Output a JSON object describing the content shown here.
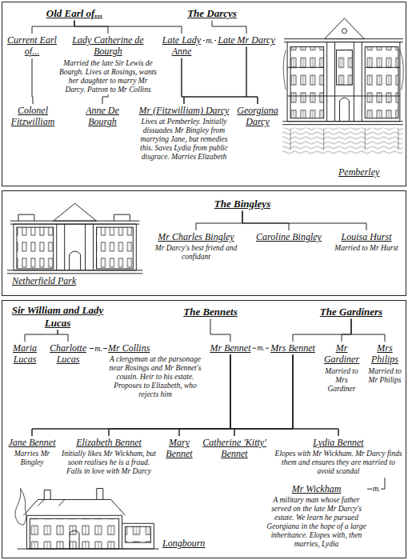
{
  "diagram": {
    "nodes": [
      {
        "text": [
          "Pemberley"
        ]
      },
      {
        "text": [
          "Old Earl of..."
        ],
        "in": 0
      },
      {
        "text": [
          "The Darcys"
        ],
        "in": 0
      },
      {
        "text": [
          "Current Earl of..."
        ],
        "in": 0
      },
      {
        "text": [
          "Lady Catherine de Bourgh",
          "Married the late Sir Lewis de Bourgh. Lives at Rosings, wants her daughter to marry Mr Darcy. Patron to Mr Collins"
        ],
        "in": 0
      },
      {
        "text": [
          "Late Lady Anne"
        ],
        "in": 0
      },
      {
        "text": [
          "Late Mr Darcy"
        ],
        "in": 0
      },
      {
        "text": [
          "Colonel Fitzwilliam"
        ],
        "in": 0
      },
      {
        "text": [
          "Anne De Bourgh"
        ],
        "in": 0
      },
      {
        "text": [
          "Mr (Fitzwilliam) Darcy",
          "Lives at Pemberley. Initially dissuades Mr Bingley from marrying Jane, but remedies this. Saves Lydia from public disgrace. Marries Elizabeth"
        ],
        "in": 0
      },
      {
        "text": [
          "Georgiana Darcy"
        ],
        "in": 0
      },
      {
        "text": [
          "Netherfield Park"
        ]
      },
      {
        "text": [
          "The Bingleys"
        ],
        "in": 11
      },
      {
        "text": [
          "Mr Charles Bingley",
          "Mr Darcy's best friend and confidant"
        ],
        "in": 11
      },
      {
        "text": [
          "Caroline Bingley"
        ],
        "in": 11
      },
      {
        "text": [
          "Louisa Hurst",
          "Married to Mr Hurst"
        ],
        "in": 11
      },
      {
        "text": [
          "Longbourn"
        ]
      },
      {
        "text": [
          "Sir William and Lady Lucas"
        ],
        "in": 16
      },
      {
        "text": [
          "The Bennets"
        ],
        "in": 16
      },
      {
        "text": [
          "The Gardiners"
        ],
        "in": 16
      },
      {
        "text": [
          "Maria Lucas"
        ],
        "in": 16
      },
      {
        "text": [
          "Charlotte Lucas"
        ],
        "in": 16
      },
      {
        "text": [
          "Mr Collins",
          "A clergyman at the parsonage near Rosings and Mr Bennet's cousin. Heir to his estate. Proposes to Elizabeth, who rejects him"
        ],
        "in": 16
      },
      {
        "text": [
          "Mr Bennet"
        ],
        "in": 16
      },
      {
        "text": [
          "Mrs Bennet"
        ],
        "in": 16
      },
      {
        "text": [
          "Mr Gardiner",
          "Married to Mrs Gardiner"
        ],
        "in": 16
      },
      {
        "text": [
          "Mrs Philips",
          "Married to Mr Philips"
        ],
        "in": 16
      },
      {
        "text": [
          "Jane Bennet",
          "Marries Mr Bingley"
        ],
        "in": 16
      },
      {
        "text": [
          "Elizabeth Bennet",
          "Initially likes Mr Wickham, but soon realises he is a fraud. Falls in love with Mr Darcy"
        ],
        "in": 16
      },
      {
        "text": [
          "Mary Bennet"
        ],
        "in": 16
      },
      {
        "text": [
          "Catherine 'Kitty' Bennet"
        ],
        "in": 16
      },
      {
        "text": [
          "Lydia Bennet",
          "Elopes with Mr Wickham. Mr Darcy finds them and ensures they are married to avoid scandal"
        ],
        "in": 16
      },
      {
        "text": [
          "Mr Wickham",
          "A military man whose father served on the late Mr Darcy's estate. We learn he pursued Georgiana in the hope of a large inheritance. Elopes with, then marries, Lydia"
        ],
        "in": 16
      }
    ],
    "edges": [
      {
        "from": 1,
        "to": 3,
        "arrow": "none"
      },
      {
        "from": 1,
        "to": 4,
        "arrow": "none"
      },
      {
        "from": 1,
        "to": 5,
        "arrow": "none"
      },
      {
        "from": 2,
        "to": 6,
        "arrow": "none"
      },
      {
        "from": 3,
        "to": 7,
        "arrow": "none"
      },
      {
        "from": 4,
        "to": 8,
        "arrow": "none"
      },
      {
        "from": 5,
        "to": 6,
        "label": "m.",
        "arrow": "none"
      },
      {
        "from": 5,
        "to": 9,
        "arrow": "none"
      },
      {
        "from": 5,
        "to": 10,
        "arrow": "none"
      },
      {
        "from": 6,
        "to": 9,
        "arrow": "none"
      },
      {
        "from": 6,
        "to": 10,
        "arrow": "none"
      },
      {
        "from": 12,
        "to": 13,
        "arrow": "none"
      },
      {
        "from": 12,
        "to": 14,
        "arrow": "none"
      },
      {
        "from": 12,
        "to": 15,
        "arrow": "none"
      },
      {
        "from": 17,
        "to": 20,
        "arrow": "none"
      },
      {
        "from": 17,
        "to": 21,
        "arrow": "none"
      },
      {
        "from": 21,
        "to": 22,
        "label": "m.",
        "arrow": "none"
      },
      {
        "from": 18,
        "to": 23,
        "arrow": "none"
      },
      {
        "from": 23,
        "to": 24,
        "label": "m.",
        "arrow": "none"
      },
      {
        "from": 19,
        "to": 24,
        "arrow": "none"
      },
      {
        "from": 19,
        "to": 25,
        "arrow": "none"
      },
      {
        "from": 19,
        "to": 26,
        "arrow": "none"
      },
      {
        "from": 23,
        "to": 27,
        "arrow": "none"
      },
      {
        "from": 23,
        "to": 28,
        "arrow": "none"
      },
      {
        "from": 23,
        "to": 29,
        "arrow": "none"
      },
      {
        "from": 23,
        "to": 30,
        "arrow": "none"
      },
      {
        "from": 23,
        "to": 31,
        "arrow": "none"
      },
      {
        "from": 24,
        "to": 27,
        "arrow": "none"
      },
      {
        "from": 24,
        "to": 28,
        "arrow": "none"
      },
      {
        "from": 24,
        "to": 29,
        "arrow": "none"
      },
      {
        "from": 24,
        "to": 30,
        "arrow": "none"
      },
      {
        "from": 24,
        "to": 31,
        "arrow": "none"
      },
      {
        "from": 31,
        "to": 32,
        "label": "m.",
        "arrow": "none"
      }
    ]
  }
}
